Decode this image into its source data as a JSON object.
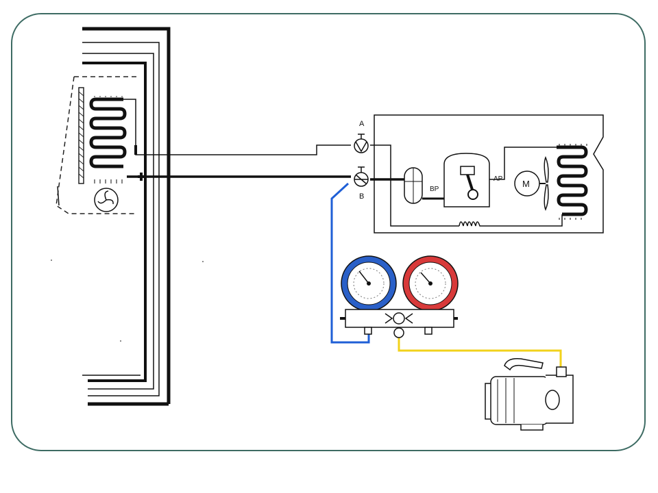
{
  "diagram": {
    "labels": {
      "valve_a": "A",
      "valve_b": "B",
      "low_pressure": "BP",
      "high_pressure": "AP",
      "motor": "M"
    },
    "hose_colors": {
      "low_side": "#1f5fd6",
      "service": "#f2d21b",
      "frame": "#3d6b63"
    },
    "gauges": {
      "low_color": "#2a60c8",
      "high_color": "#d83a3a"
    }
  }
}
